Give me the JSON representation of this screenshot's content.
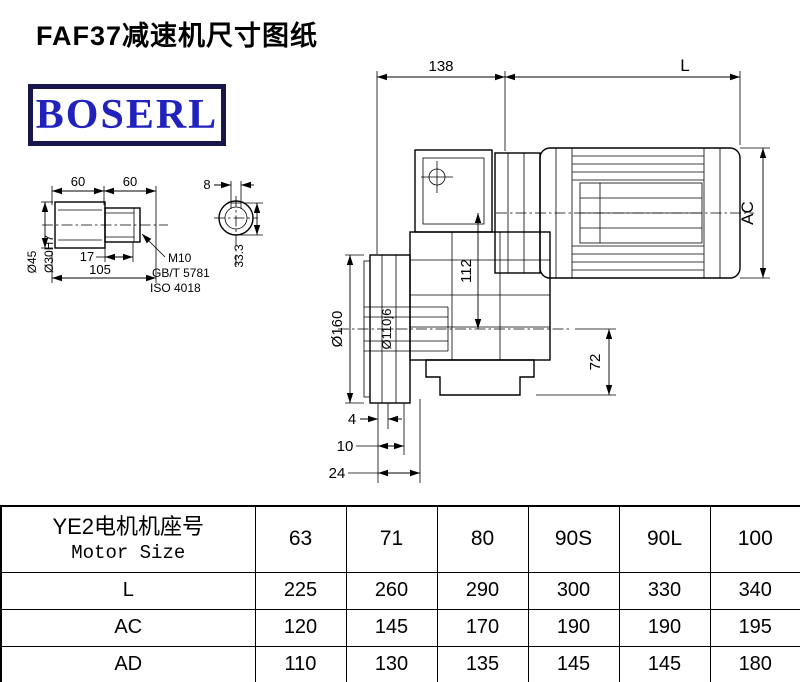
{
  "title": "FAF37减速机尺寸图纸",
  "logo": "BOSERL",
  "drawing": {
    "dim_138": "138",
    "dim_L": "L",
    "dim_AC": "AC",
    "dim_112": "112",
    "dim_72": "72",
    "dim_d160": "Ø160",
    "dim_d110": "Ø110j6",
    "dim_4": "4",
    "dim_10": "10",
    "dim_24": "24",
    "dim_60a": "60",
    "dim_60b": "60",
    "dim_17": "17",
    "dim_105": "105",
    "dim_d45": "Ø45",
    "dim_d30": "Ø30H7",
    "note_m10": "M10",
    "note_gbt": "GB/T 5781",
    "note_iso": "ISO 4018",
    "dim_8": "8",
    "dim_333": "33.3"
  },
  "table": {
    "header": {
      "label_line1": "YE2电机机座号",
      "label_line2": "Motor Size",
      "sizes": [
        "63",
        "71",
        "80",
        "90S",
        "90L",
        "100"
      ]
    },
    "rows": [
      {
        "label": "L",
        "values": [
          "225",
          "260",
          "290",
          "300",
          "330",
          "340"
        ]
      },
      {
        "label": "AC",
        "values": [
          "120",
          "145",
          "170",
          "190",
          "190",
          "195"
        ]
      },
      {
        "label": "AD",
        "values": [
          "110",
          "130",
          "135",
          "145",
          "145",
          "180"
        ]
      }
    ]
  }
}
